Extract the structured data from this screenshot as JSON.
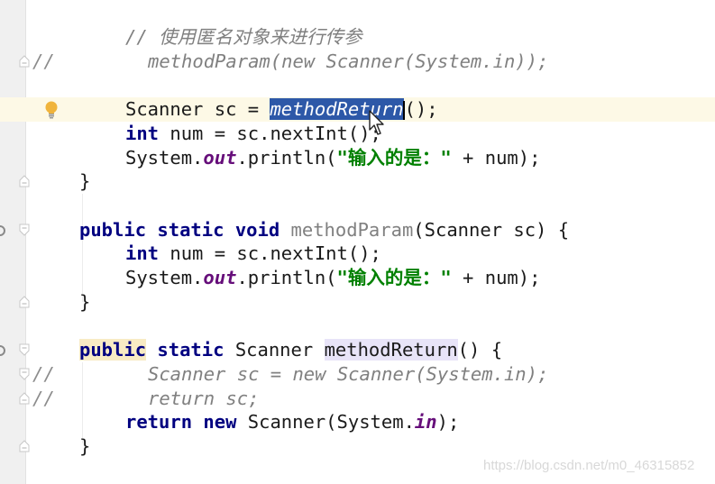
{
  "editor": {
    "language": "Java",
    "lines": [
      {
        "n": 0,
        "text": "// 使用匿名对象来进行传参"
      },
      {
        "n": 1,
        "gutter_comment": "//",
        "text": "methodParam(new Scanner(System.in));"
      },
      {
        "n": 2,
        "prefix": "Scanner sc = ",
        "selected": "methodReturn",
        "suffix": "();"
      },
      {
        "n": 3,
        "kw": "int",
        "rest": " num = sc.nextInt();"
      },
      {
        "n": 4,
        "pre": "System.",
        "field": "out",
        "mid": ".println(",
        "str": "\"输入的是：\"",
        "post": " + num);"
      },
      {
        "n": 5,
        "text": "}"
      },
      {
        "n": 6,
        "kw1": "public",
        "kw2": "static",
        "kw3": "void",
        "method": "methodParam",
        "rest": "(Scanner sc) {"
      },
      {
        "n": 7,
        "kw": "int",
        "rest": " num = sc.nextInt();"
      },
      {
        "n": 8,
        "pre": "System.",
        "field": "out",
        "mid": ".println(",
        "str": "\"输入的是：\"",
        "post": " + num);"
      },
      {
        "n": 9,
        "text": "}"
      },
      {
        "n": 10,
        "kw1": "public",
        "kw2": "static",
        "type": "Scanner",
        "method": "methodReturn",
        "rest": "() {"
      },
      {
        "n": 11,
        "gutter_comment": "//",
        "text": "Scanner sc = new Scanner(System.in);"
      },
      {
        "n": 12,
        "gutter_comment": "//",
        "text": "return sc;"
      },
      {
        "n": 13,
        "kw1": "return",
        "kw2": "new",
        "pre": " Scanner(System.",
        "field": "in",
        "post": ");"
      },
      {
        "n": 14,
        "text": "}"
      }
    ],
    "selection": "methodReturn",
    "intention_icon": "lightbulb-icon"
  },
  "watermark": "https://blog.csdn.net/m0_46315852",
  "colors": {
    "keyword": "#000080",
    "comment": "#808080",
    "string": "#008000",
    "static_field": "#660e7a",
    "selection": "#2d58a8",
    "current_line": "#fdf9e6"
  }
}
